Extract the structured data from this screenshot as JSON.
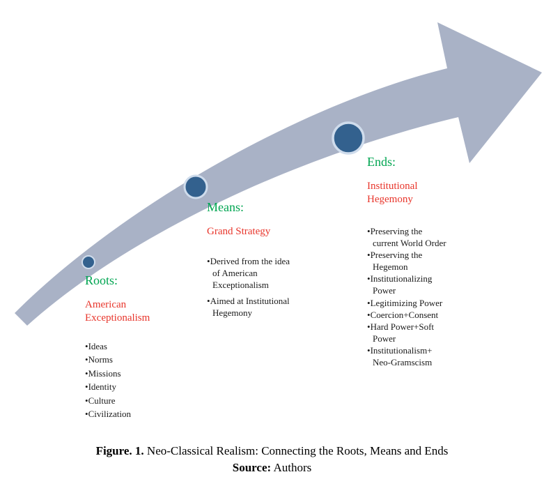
{
  "colors": {
    "arrow": "#a9b2c6",
    "node_fill": "#33618e",
    "node_stroke": "#cfdcec",
    "heading_green": "#00a551",
    "subheading_red": "#e8352b",
    "body_text": "#1a1a1a"
  },
  "stages": [
    {
      "heading": "Roots:",
      "subheading": "American Exceptionalism",
      "bullets": [
        "Ideas",
        "Norms",
        "Missions",
        "Identity",
        "Culture",
        "Civilization"
      ]
    },
    {
      "heading": "Means:",
      "subheading": "Grand Strategy",
      "bullets": [
        "Derived from the idea of American Exceptionalism",
        "Aimed at Institutional Hegemony"
      ]
    },
    {
      "heading": "Ends:",
      "subheading": "Institutional Hegemony",
      "bullets": [
        "Preserving the current World Order",
        "Preserving the Hegemon",
        "Institutionalizing Power",
        "Legitimizing Power",
        "Coercion+Consent",
        "Hard Power+Soft Power",
        "Institutionalism+ Neo-Gramscism"
      ]
    }
  ],
  "caption": {
    "figure_label": "Figure. 1.",
    "figure_text": "Neo-Classical Realism: Connecting the Roots, Means and Ends",
    "source_label": "Source:",
    "source_text": "Authors"
  }
}
